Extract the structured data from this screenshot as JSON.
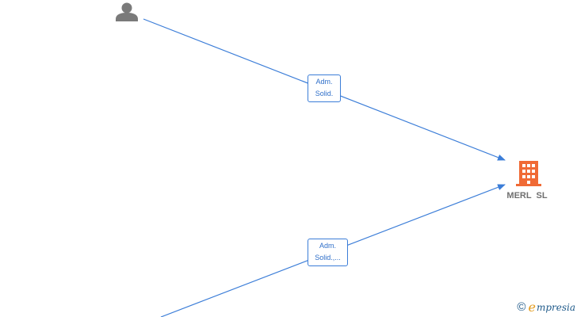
{
  "colors": {
    "edge": "#3b7dd8",
    "person": "#7a7a7a",
    "company": "#f06a35",
    "company_label": "#6f6f6f"
  },
  "nodes": {
    "person": {
      "icon": "person-icon"
    },
    "company": {
      "icon": "building-icon",
      "name": "MERL  SL"
    }
  },
  "edges": [
    {
      "label_line1": "Adm.",
      "label_line2": "Solid."
    },
    {
      "label_line1": "Adm.",
      "label_line2": "Solid.,..."
    }
  ],
  "watermark": {
    "symbol": "©",
    "brand_initial": "e",
    "brand_rest": "mpresia"
  }
}
